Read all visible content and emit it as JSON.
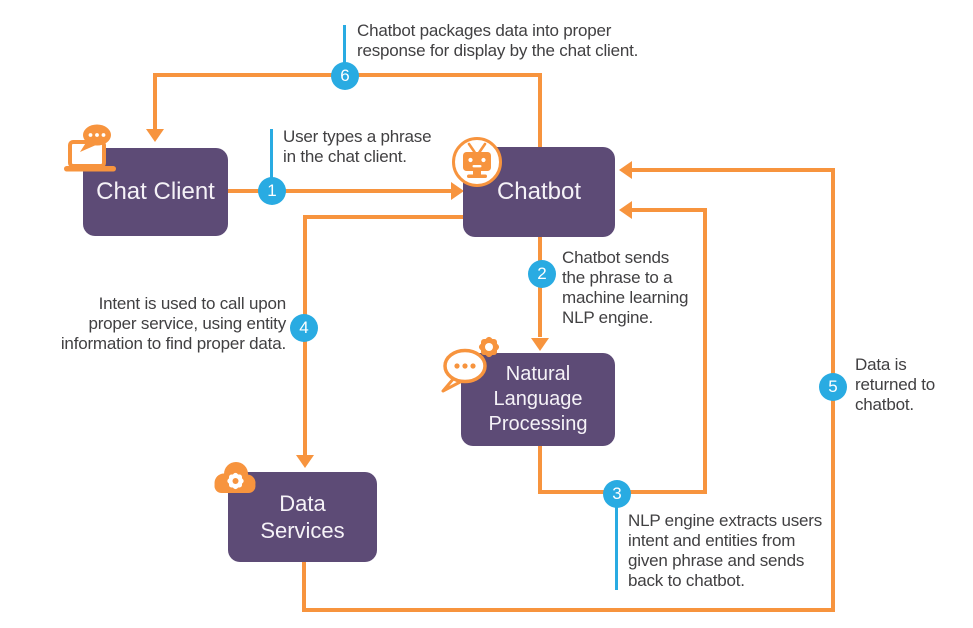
{
  "diagram": {
    "title": "Chatbot data flow diagram",
    "colors": {
      "node_purple": "#5d4b76",
      "arrow_orange": "#f7943e",
      "badge_blue": "#29abe2",
      "annotation_text": "#414042",
      "node_text": "#ffffff",
      "background": "#ffffff"
    },
    "boxes": {
      "chat_client": {
        "label": "Chat Client",
        "icon": "laptop-chat-bubble-icon"
      },
      "chatbot": {
        "label": "Chatbot",
        "icon": "robot-tv-icon"
      },
      "nlp": {
        "line1": "Natural",
        "line2": "Language",
        "line3": "Processing",
        "icon": "speech-bubble-gear-icon"
      },
      "data_services": {
        "line1": "Data",
        "line2": "Services",
        "icon": "cloud-gear-icon"
      }
    },
    "badges": {
      "b1": "1",
      "b2": "2",
      "b3": "3",
      "b4": "4",
      "b5": "5",
      "b6": "6"
    },
    "annotations": {
      "step1": {
        "line1": "User types a phrase",
        "line2": "in the chat client."
      },
      "step2": {
        "line1": "Chatbot sends",
        "line2": "the phrase to a",
        "line3": "machine learning",
        "line4": "NLP engine."
      },
      "step3": {
        "line1": "NLP engine extracts users",
        "line2": "intent and entities from",
        "line3": "given phrase and sends",
        "line4": "back to chatbot."
      },
      "step4": {
        "line1": "Intent is used to call upon",
        "line2": "proper service, using entity",
        "line3": "information to find proper data."
      },
      "step5": {
        "line1": "Data is",
        "line2": "returned to",
        "line3": "chatbot."
      },
      "step6": {
        "line1": "Chatbot packages data into proper",
        "line2": "response for display by the chat client."
      }
    },
    "flows": [
      {
        "from": "chat_client",
        "to": "chatbot",
        "step": "1"
      },
      {
        "from": "chatbot",
        "to": "nlp",
        "step": "2"
      },
      {
        "from": "nlp",
        "to": "chatbot",
        "step": "3"
      },
      {
        "from": "chatbot",
        "to": "data_services",
        "step": "4"
      },
      {
        "from": "data_services",
        "to": "chatbot",
        "step": "5"
      },
      {
        "from": "chatbot",
        "to": "chat_client",
        "step": "6"
      }
    ]
  }
}
